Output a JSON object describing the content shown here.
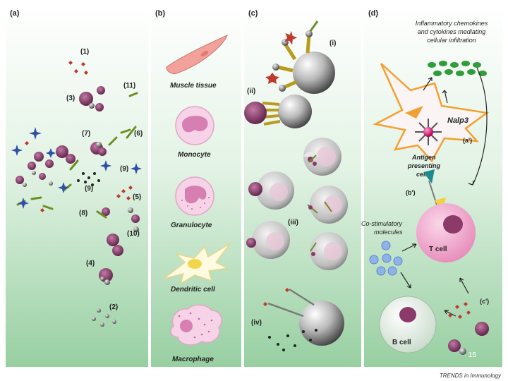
{
  "panels": {
    "a": {
      "label": "(a)",
      "items": [
        "(1)",
        "(11)",
        "(3)",
        "(7)",
        "(6)",
        "(9)",
        "(9)",
        "(5)",
        "(8)",
        "(10)",
        "(4)",
        "(2)"
      ]
    },
    "b": {
      "label": "(b)",
      "cells": [
        "Muscle tissue",
        "Monocyte",
        "Granulocyte",
        "Dendritic cell",
        "Macrophage"
      ]
    },
    "c": {
      "label": "(c)",
      "items": [
        "(i)",
        "(ii)",
        "(iii)",
        "(iv)"
      ]
    },
    "d": {
      "label": "(d)",
      "infiltration_line1": "Inflammatory chemokines",
      "infiltration_line2": "and cytokines mediating",
      "infiltration_line3": "cellular infiltration",
      "nalp3": "Nalp3",
      "apc_line1": "Antigen",
      "apc_line2": "presenting",
      "apc_line3": "cell",
      "a_prime": "(a')",
      "b_prime": "(b')",
      "c_prime": "(c')",
      "costim_line1": "Co-stimulatory",
      "costim_line2": "molecules",
      "t_cell": "T cell",
      "b_cell": "B cell",
      "page_number": "15"
    }
  },
  "footer": "TRENDS in Immunology",
  "colors": {
    "panel_top": "#ffffff",
    "panel_bottom": "#9fd3a8",
    "particle": "#7a2a5a",
    "needle": "#6b8e23",
    "antigen": "#c0392b",
    "star": "#2d4fa8",
    "nalp3_orange": "#f0a030",
    "tcell_pink": "#f3a9cf",
    "costim_blue": "#8fb3e8",
    "chemokine_green": "#2f9e3a"
  }
}
